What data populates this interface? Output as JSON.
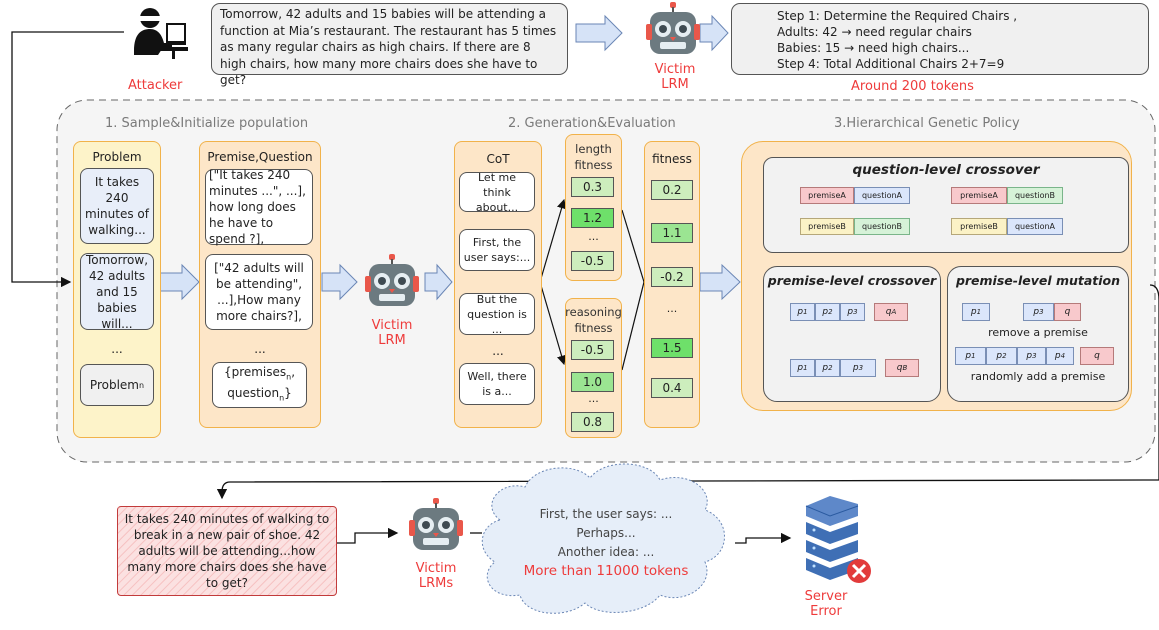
{
  "top": {
    "attacker_label": "Attacker",
    "problem_text": "Tomorrow, 42 adults and 15 babies will be attending a function at Mia’s restaurant. The restaurant has 5 times as many regular chairs as high chairs. If there are 8 high chairs, how many more chairs does she have to get?",
    "victim_label_1": "Victim",
    "victim_label_2": "LRM",
    "answer_lines": [
      "Step 1: Determine the Required Chairs ,",
      "Adults: 42 → need regular chairs",
      "Babies: 15 → need high chairs...",
      "Step 4: Total Additional Chairs 2+7=9"
    ],
    "tokens_label": "Around 200 tokens"
  },
  "stage1": {
    "title": "1. Sample&Initialize population",
    "problem_header": "Problem",
    "problems": [
      "It takes 240 minutes of walking...",
      "Tomorrow, 42 adults and 15 babies will..."
    ],
    "problem_dots": "...",
    "problem_last": "Problem",
    "problem_last_sub": "n",
    "pq_header": "Premise,Question",
    "pq_items": [
      "[\"It takes 240 minutes ...\", ...], how long does he have to spend ?],",
      "[\"42 adults will be attending\", ...],How many more chairs?],"
    ],
    "pq_dots": "...",
    "pq_last_a": "{premises",
    "pq_last_b": ", question",
    "pq_last_c": "}",
    "pq_sub": "n"
  },
  "victim_mid": {
    "line1": "Victim",
    "line2": "LRM"
  },
  "stage2": {
    "title": "2. Generation&Evaluation",
    "cot_header": "CoT",
    "cot_items": [
      "Let me think about...",
      "First, the user says:...",
      "But the question is ...",
      "Well, there is a..."
    ],
    "cot_dots": "...",
    "length_header": "length fitness",
    "length_values": [
      "0.3",
      "1.2",
      "-0.5"
    ],
    "reasoning_header": "reasoning fitness",
    "reasoning_values": [
      "-0.5",
      "1.0",
      "0.8"
    ],
    "dots": "...",
    "fitness_header": "fitness",
    "fitness_values": [
      "0.2",
      "1.1",
      "-0.2",
      "1.5",
      "0.4"
    ]
  },
  "stage3": {
    "title": "3.Hierarchical Genetic Policy",
    "qlc_title": "question-level crossover",
    "premiseA": "premiseA",
    "premiseB": "premiseB",
    "questionA": "questionA",
    "questionB": "questionB",
    "plc_title": "premise-level crossover",
    "plm_title": "premise-level mutation",
    "p": "p",
    "q": "q",
    "remove_label": "remove a premise",
    "add_label": "randomly add a premise"
  },
  "bottom": {
    "attack_text": "It takes 240 minutes of walking to break in a new pair of shoe. 42 adults will be attending...how many more chairs does she have to get?",
    "victim_line1": "Victim",
    "victim_line2": "LRMs",
    "cloud_lines": [
      "First, the user says: ...",
      "Perhaps...",
      "Another idea: ..."
    ],
    "cloud_tokens": "More than 11000 tokens",
    "server_line1": "Server",
    "server_line2": "Error"
  },
  "colors": {
    "red": "#ee3b3b",
    "orange_fill": "#fde6c8",
    "orange_border": "#f1b24a",
    "yellow_fill": "#fdf3c9",
    "blue_arrow": "#d6e3f7"
  }
}
